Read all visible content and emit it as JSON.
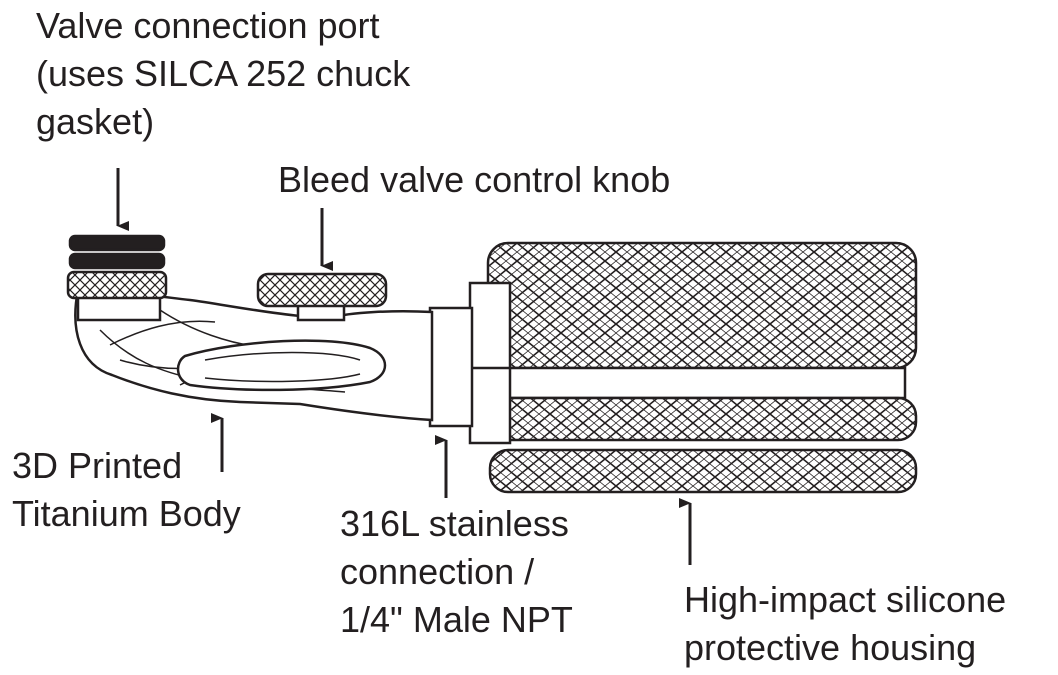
{
  "labels": {
    "valve_port": [
      "Valve connection port",
      "(uses SILCA 252 chuck",
      "gasket)"
    ],
    "bleed_knob": [
      "Bleed valve control knob"
    ],
    "titanium_body": [
      "3D Printed",
      "Titanium Body"
    ],
    "stainless_connection": [
      "316L stainless",
      "connection /",
      "1/4\" Male NPT"
    ],
    "silicone_housing": [
      "High-impact silicone",
      "protective housing"
    ]
  },
  "colors": {
    "ink": "#231f20",
    "fill": "#ffffff"
  }
}
